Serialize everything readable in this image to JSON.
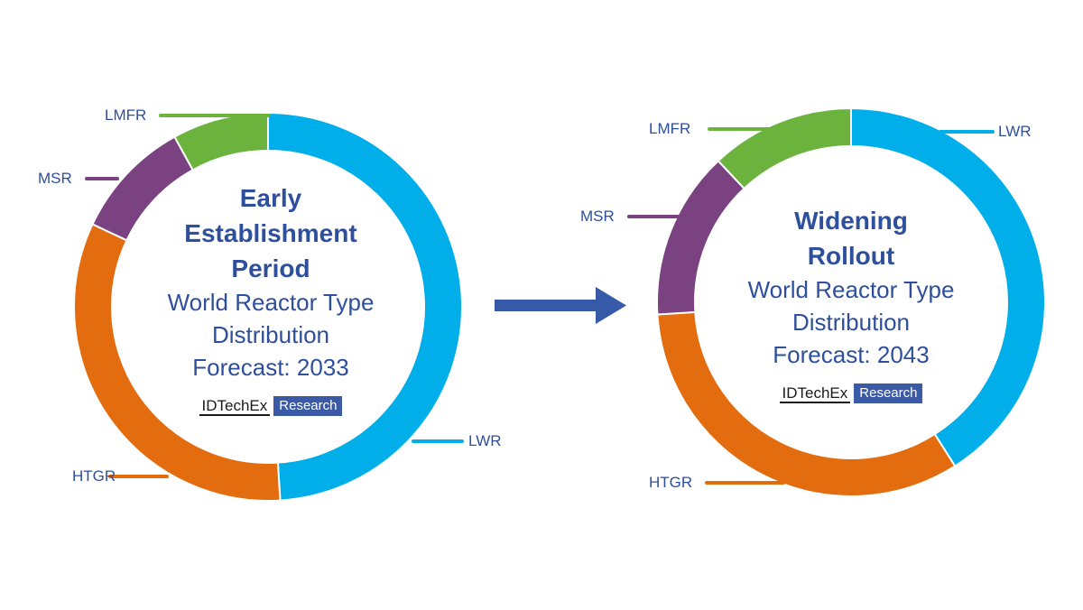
{
  "colors": {
    "LWR": "#00aeea",
    "HTGR": "#e36c0f",
    "MSR": "#7a4281",
    "LMFR": "#6cb33e",
    "text": "#2e4f9c",
    "arrow": "#3659a8"
  },
  "logo": {
    "brand": "IDTechEx",
    "box": "Research"
  },
  "chart_data": [
    {
      "type": "pie",
      "title_lines": [
        "Early",
        "Establishment",
        "Period"
      ],
      "subtitle_lines": [
        "World Reactor Type",
        "Distribution",
        "Forecast: 2033"
      ],
      "categories": [
        "LWR",
        "HTGR",
        "MSR",
        "LMFR"
      ],
      "values": [
        49,
        33,
        10,
        8
      ],
      "unit": "share (estimated, not printed)"
    },
    {
      "type": "pie",
      "title_lines": [
        "Widening",
        "Rollout"
      ],
      "subtitle_lines": [
        "World Reactor Type",
        "Distribution",
        "Forecast: 2043"
      ],
      "categories": [
        "LWR",
        "HTGR",
        "MSR",
        "LMFR"
      ],
      "values": [
        41,
        33,
        14,
        12
      ],
      "unit": "share (estimated, not printed)"
    }
  ]
}
